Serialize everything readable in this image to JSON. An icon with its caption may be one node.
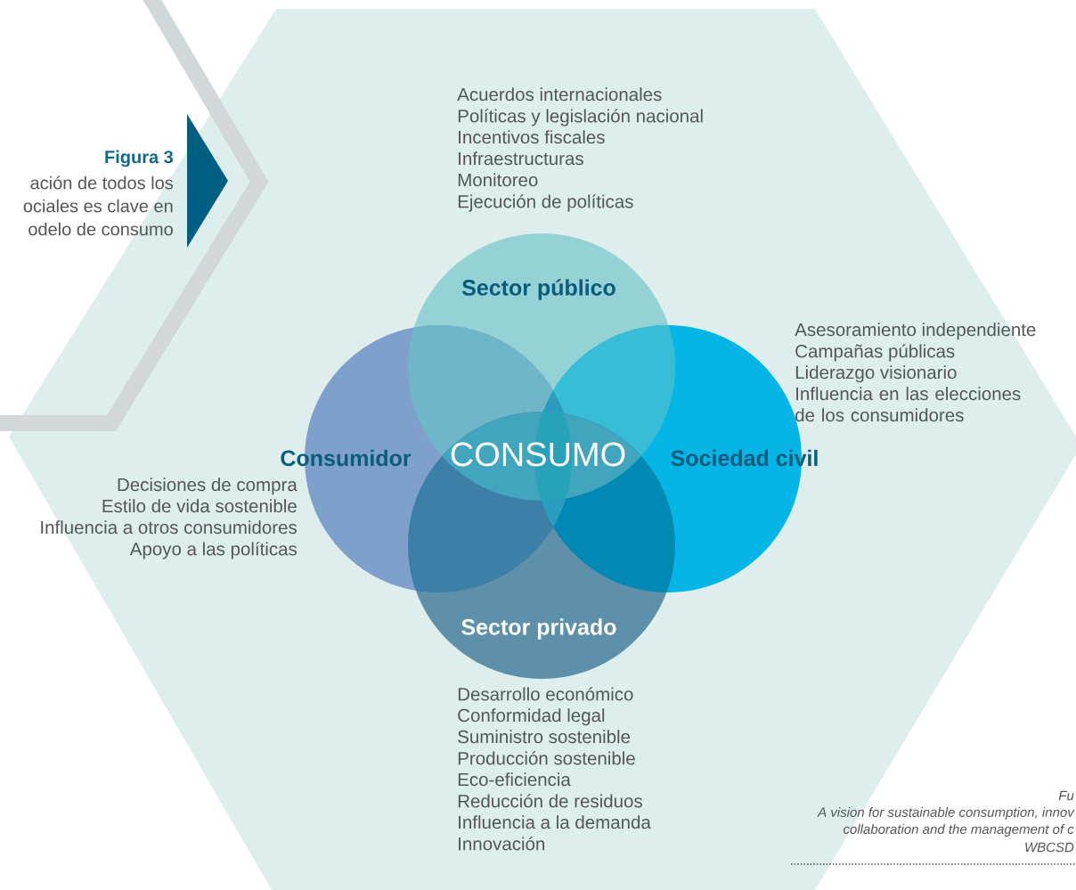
{
  "diagram": {
    "title": "Figura 3",
    "nodes": [
      {
        "text": [
          "Sector público"
        ],
        "beside": [
          "Acuerdos internacionales",
          "Políticas y legislación nacional",
          "Incentivos fiscales",
          "Infraestructuras",
          "Monitoreo",
          "Ejecución de políticas"
        ]
      },
      {
        "text": [
          "Consumidor"
        ],
        "beside": [
          "Decisiones de compra",
          "Estilo de vida sostenible",
          "Influencia a otros consumidores",
          "Apoyo a las políticas"
        ]
      },
      {
        "text": [
          "Sociedad civil"
        ],
        "beside": [
          "Asesoramiento independiente",
          "Campañas públicas",
          "Liderazgo visionario",
          "Influencia en las elecciones de los consumidores"
        ]
      },
      {
        "text": [
          "Sector privado"
        ],
        "beside": [
          "Desarrollo económico",
          "Conformidad legal",
          "Suministro sostenible",
          "Producción sostenible",
          "Eco-eficiencia",
          "Reducción de residuos",
          "Influencia a la demanda",
          "Innovación"
        ]
      }
    ],
    "labels": [
      "ación de todos los",
      "ociales es clave en",
      "odelo de consumo",
      "CONSUMO",
      "Fu",
      "A vision for sustainable consumption, innov",
      "collaboration and the management of c",
      "WBCSD"
    ]
  }
}
